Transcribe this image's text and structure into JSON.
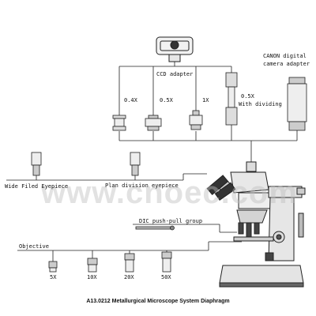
{
  "labels": {
    "ccd_adapter": "CCD adapter",
    "canon_adapter_line1": "CANON digital",
    "canon_adapter_line2": "camera adapter",
    "mag_04x": "0.4X",
    "mag_05x": "0.5X",
    "mag_1x": "1X",
    "mag_05x_dividing_line1": "0.5X",
    "mag_05x_dividing_line2": "With dividing",
    "wide_field_eyepiece": "Wide Filed Eyepiece",
    "plan_division_eyepiece": "Plan division eyepiece",
    "dic_group": "DIC push-pull group",
    "objective": "Objective",
    "obj_5x": "5X",
    "obj_10x": "10X",
    "obj_20x": "20X",
    "obj_50x": "50X"
  },
  "caption": "A13.0212  Metallurgical Microscope System Diaphragm",
  "watermark": "www.cnoec.com"
}
